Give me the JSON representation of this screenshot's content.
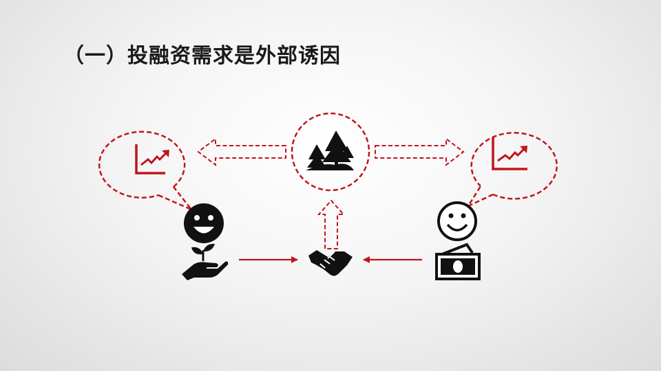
{
  "slide": {
    "title": "（一）投融资需求是外部诱因"
  },
  "diagram": {
    "accent_color": "#c0141c",
    "icon_color": "#111111",
    "nodes": [
      {
        "id": "left-thought-bubble",
        "icon": "growth-chart-icon"
      },
      {
        "id": "center-resource-circle",
        "icon": "forest-trees-icon"
      },
      {
        "id": "right-thought-bubble",
        "icon": "growth-chart-icon"
      },
      {
        "id": "financing-party",
        "icon": "smiley-face-icon + hand-holding-sprout-icon"
      },
      {
        "id": "deal",
        "icon": "handshake-icon"
      },
      {
        "id": "investor-party",
        "icon": "smiley-face-outline-icon + money-stack-icon"
      }
    ],
    "connections": [
      {
        "from": "center-resource-circle",
        "to": "left-thought-bubble",
        "style": "dashed-block-arrow"
      },
      {
        "from": "center-resource-circle",
        "to": "right-thought-bubble",
        "style": "dashed-block-arrow"
      },
      {
        "from": "deal",
        "to": "center-resource-circle",
        "style": "dashed-block-arrow"
      },
      {
        "from": "financing-party",
        "to": "deal",
        "style": "solid-arrow"
      },
      {
        "from": "investor-party",
        "to": "deal",
        "style": "solid-arrow"
      }
    ]
  }
}
